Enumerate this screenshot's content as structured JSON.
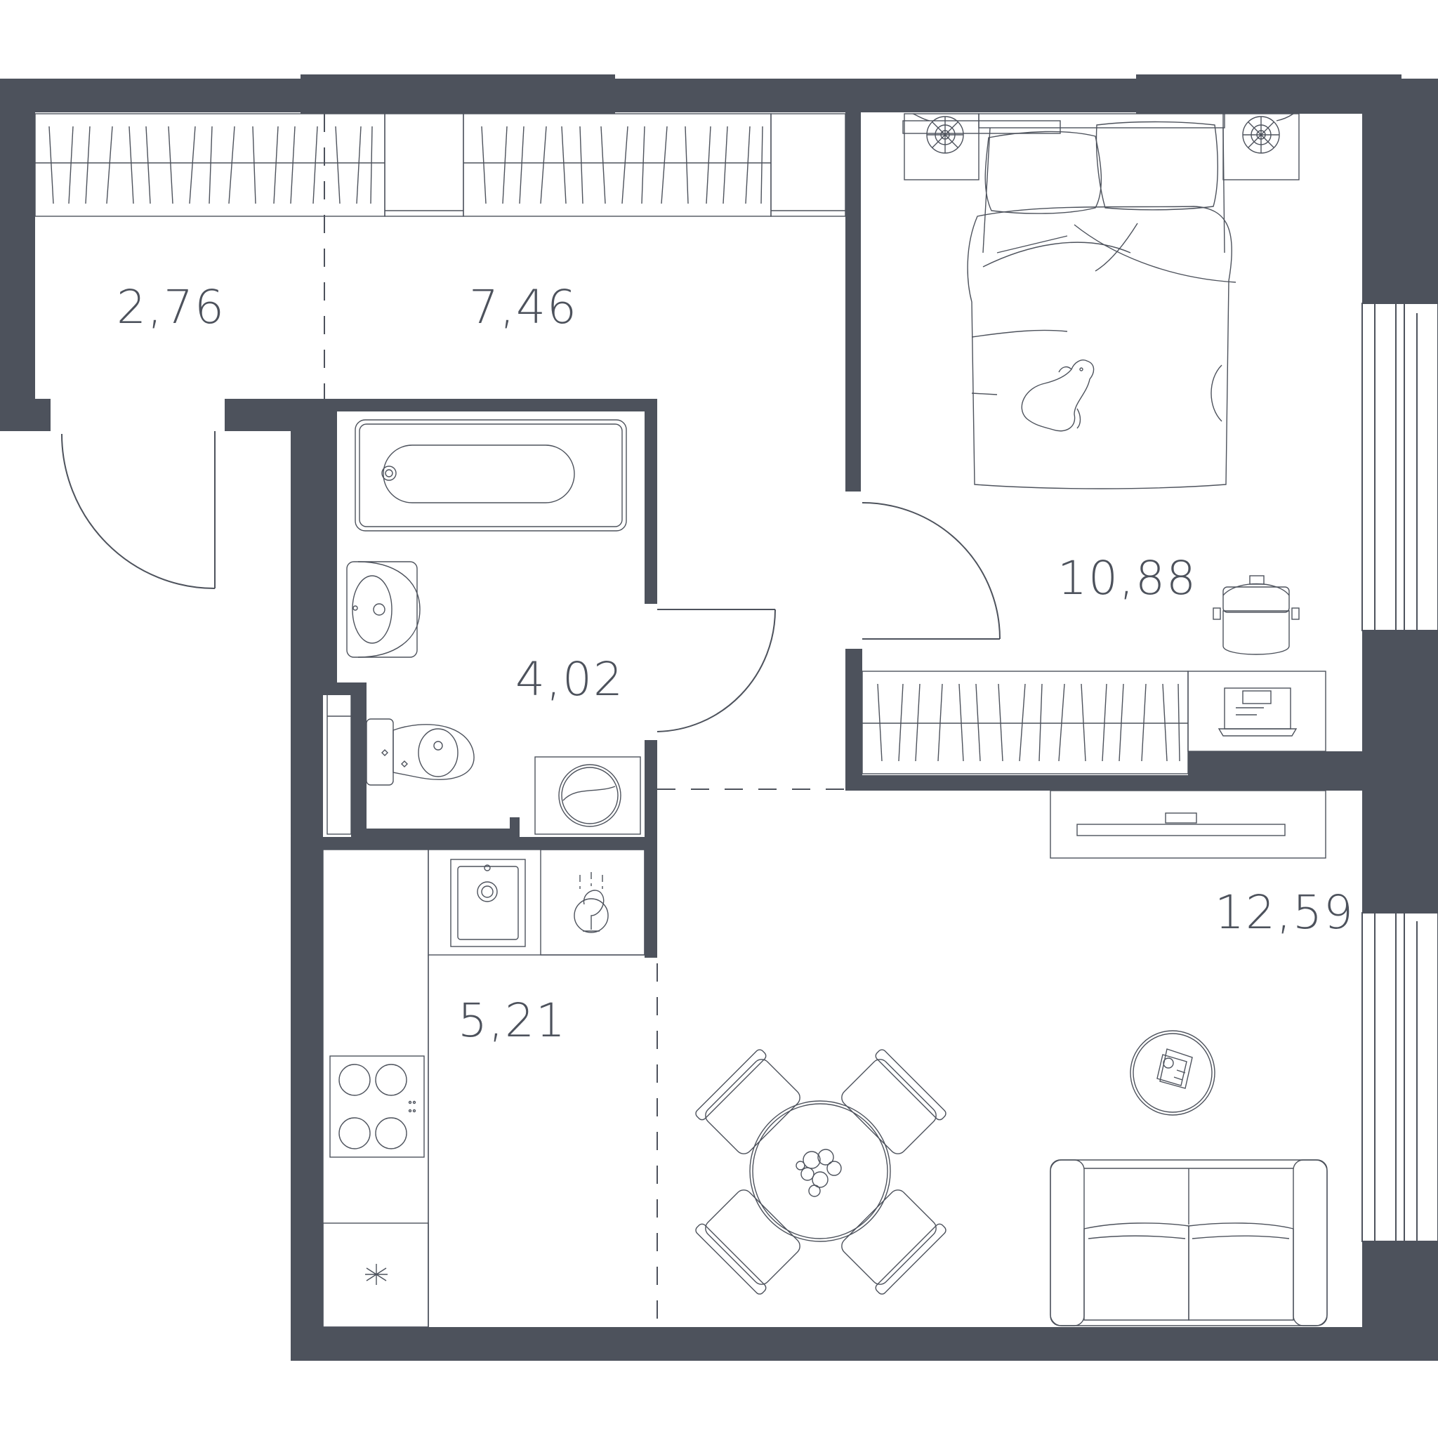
{
  "colors": {
    "wall": "#4d525c",
    "background": "#ffffff"
  },
  "rooms": [
    {
      "id": "entry-closet",
      "area": "2,76"
    },
    {
      "id": "hallway",
      "area": "7,46"
    },
    {
      "id": "bedroom",
      "area": "10,88"
    },
    {
      "id": "bathroom",
      "area": "4,02"
    },
    {
      "id": "kitchen",
      "area": "5,21"
    },
    {
      "id": "living-room",
      "area": "12,59"
    }
  ],
  "icons": [
    "bed-icon",
    "nightstand-lamp-icon",
    "wardrobe-icon",
    "bathtub-icon",
    "washbasin-icon",
    "toilet-icon",
    "washing-machine-icon",
    "kitchen-sink-icon",
    "dishwasher-icon",
    "cooktop-icon",
    "fridge-icon",
    "dining-table-icon",
    "chair-icon",
    "sofa-icon",
    "tv-icon",
    "desk-icon",
    "laptop-icon",
    "coffee-table-icon",
    "dog-icon"
  ]
}
